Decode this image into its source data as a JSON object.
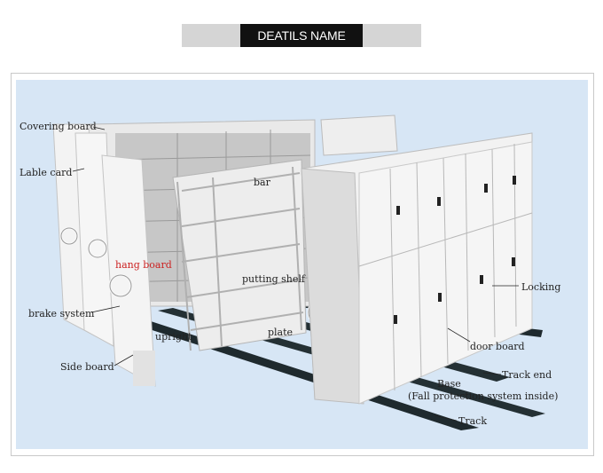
{
  "header": {
    "title": "DEATILS NAME"
  },
  "labels": {
    "covering_board": "Covering board",
    "lable_card": "Lable card",
    "bar": "bar",
    "hang_board": "hang board",
    "putting_shelf": "putting shelf",
    "brake_system": "brake system",
    "upright": "upright",
    "plate": "plate",
    "side_board": "Side board",
    "locking": "Locking",
    "door_board": "door board",
    "track_end": "Track end",
    "base": "Base",
    "fall_protection": "(Fall protection system inside)",
    "track": "Track"
  },
  "colors": {
    "panel_bg": "#d7e6f5",
    "cabinet_white": "#f2f2f2",
    "cabinet_shade": "#d9d9d9",
    "track_dark": "#1f2a2e",
    "hang_board_label": "#cc2222"
  }
}
